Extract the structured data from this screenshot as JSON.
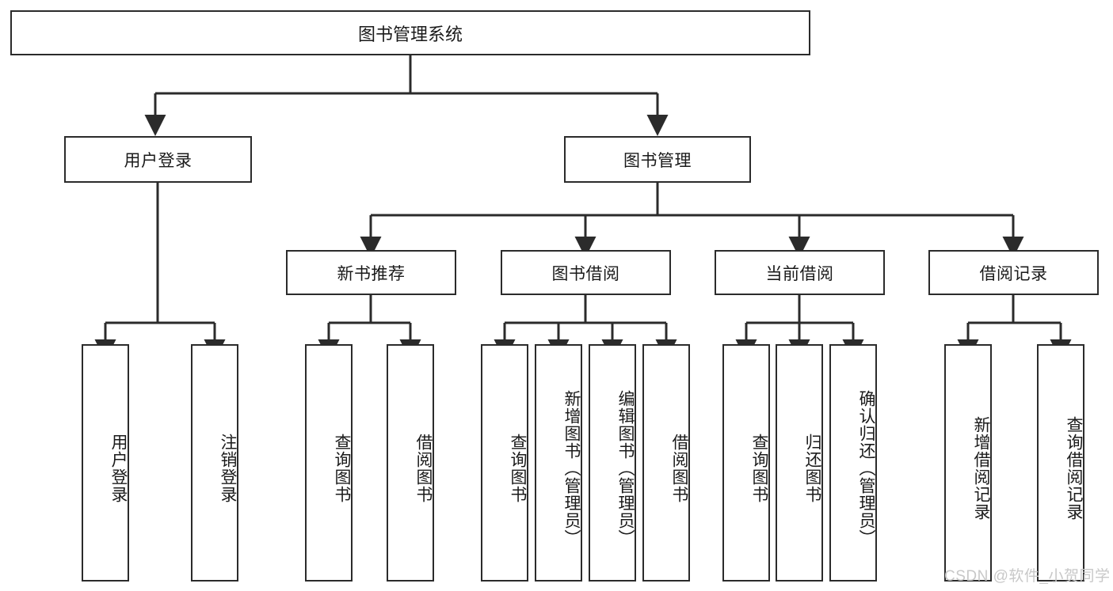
{
  "diagram": {
    "title": "图书管理系统",
    "type": "tree-hierarchy",
    "root": {
      "label": "图书管理系统"
    },
    "level1": [
      {
        "label": "用户登录"
      },
      {
        "label": "图书管理"
      }
    ],
    "level2": [
      {
        "label": "新书推荐"
      },
      {
        "label": "图书借阅"
      },
      {
        "label": "当前借阅"
      },
      {
        "label": "借阅记录"
      }
    ],
    "leaves": {
      "user_login": [
        {
          "label": "用户登录"
        },
        {
          "label": "注销登录"
        }
      ],
      "new_book_recommend": [
        {
          "label": "查询图书"
        },
        {
          "label": "借阅图书"
        }
      ],
      "book_borrow": [
        {
          "label": "查询图书"
        },
        {
          "label": "新增图书（管理员）"
        },
        {
          "label": "编辑图书（管理员）"
        },
        {
          "label": "借阅图书"
        }
      ],
      "current_borrow": [
        {
          "label": "查询图书"
        },
        {
          "label": "归还图书"
        },
        {
          "label": "确认归还（管理员）"
        }
      ],
      "borrow_record": [
        {
          "label": "新增借阅记录"
        },
        {
          "label": "查询借阅记录"
        }
      ]
    }
  },
  "watermark": {
    "text": "CSDN @软件_小贺同学"
  },
  "colors": {
    "stroke": "#2b2b2b",
    "background": "#ffffff",
    "text": "#1a1a1a",
    "watermark": "#c8c8c8"
  }
}
